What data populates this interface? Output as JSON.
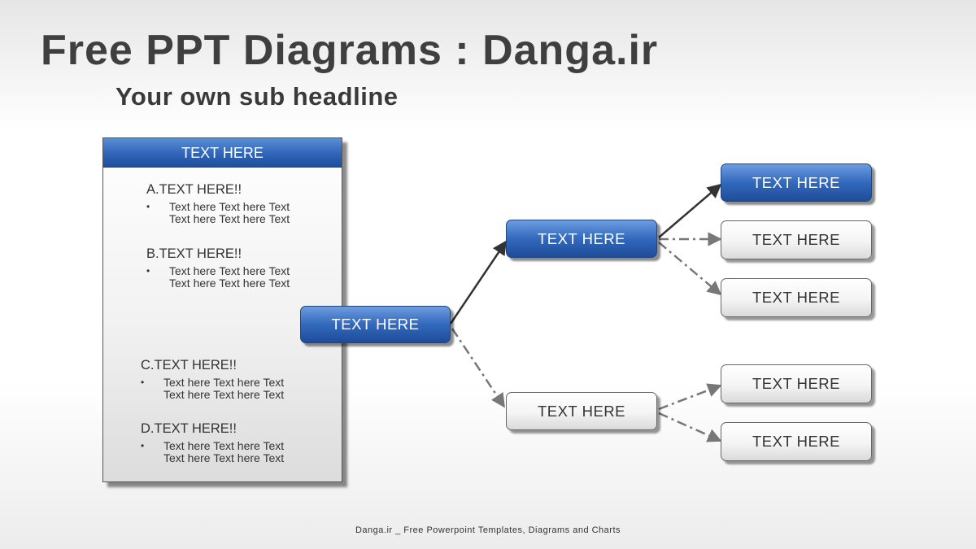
{
  "header": {
    "title": "Free PPT Diagrams : Danga.ir",
    "subtitle": "Your own sub headline"
  },
  "panel": {
    "header": "TEXT HERE",
    "sections": [
      {
        "title": "A.TEXT HERE!!",
        "bullet": "•",
        "lines": [
          "Text here Text here Text",
          "Text here Text here Text"
        ]
      },
      {
        "title": "B.TEXT HERE!!",
        "bullet": "•",
        "lines": [
          "Text here Text here Text",
          "Text here Text here Text"
        ]
      },
      {
        "title": "C.TEXT HERE!!",
        "bullet": "•",
        "lines": [
          "Text here Text here Text",
          "Text here Text here Text"
        ]
      },
      {
        "title": "D.TEXT HERE!!",
        "bullet": "•",
        "lines": [
          "Text here Text here Text",
          "Text here Text here Text"
        ]
      }
    ]
  },
  "tree": {
    "root": "TEXT HERE",
    "branch_upper": "TEXT HERE",
    "branch_lower": "TEXT HERE",
    "leaf_1": "TEXT HERE",
    "leaf_2": "TEXT HERE",
    "leaf_3": "TEXT HERE",
    "leaf_4": "TEXT HERE",
    "leaf_5": "TEXT HERE"
  },
  "colors": {
    "blue_accent": "#2f64b8",
    "solid_arrow": "#333333",
    "dashed_arrow": "#777777"
  },
  "footer": {
    "text": "Danga.ir _ Free Powerpoint Templates, Diagrams and Charts"
  }
}
